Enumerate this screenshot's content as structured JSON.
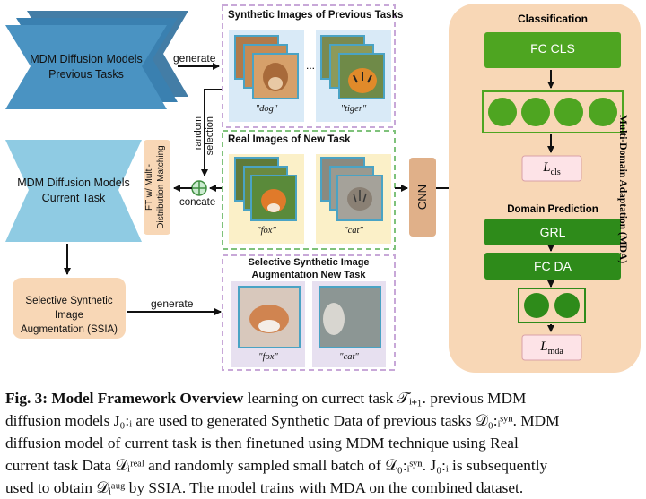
{
  "left": {
    "mdm_prev": "MDM Diffusion Models\nPrevious Tasks",
    "mdm_curr": "MDM Diffusion Models\nCurrent Task",
    "ssia": "Selective Synthetic Image\nAugmentation (SSIA)",
    "generate_top": "generate",
    "generate_bottom": "generate",
    "random_selection": "random\nselection",
    "concate": "concate",
    "ft_box": "FT w/ Multi-\nDistribution Matching"
  },
  "middle": {
    "synthetic_title": "Synthetic Images of Previous Tasks",
    "synthetic_caps": [
      "\"dog\"",
      "\"tiger\""
    ],
    "ellipsis": "...",
    "real_title": "Real Images of New Task",
    "real_caps": [
      "\"fox\"",
      "\"cat\""
    ],
    "ssia_title": "Selective Synthetic Image\nAugmentation New Task",
    "ssia_caps": [
      "\"fox\"",
      "\"cat\""
    ],
    "cnn": "CNN"
  },
  "right": {
    "classification": "Classification",
    "fc_cls": "FC CLS",
    "l_cls_main": "L",
    "l_cls_sub": "cls",
    "domain_prediction": "Domain Prediction",
    "grl": "GRL",
    "fc_da": "FC DA",
    "l_mda_main": "L",
    "l_mda_sub": "mda",
    "mda_vertical": "Multi-Domain Adaptation (MDA)"
  },
  "caption": {
    "fig": "Fig. 3:",
    "title": "Model Framework Overview",
    "line1_rest": "learning on currect task 𝒯ᵢ₊₁. previous MDM",
    "line2": "diffusion models J₀:ᵢ are used to generated Synthetic Data of previous tasks 𝒟₀:ᵢˢʸⁿ. MDM",
    "line3": "diffusion model of current task is then finetuned using MDM technique using Real",
    "line4": "current task Data 𝒟ᵢʳᵉᵃˡ and randomly sampled small batch of 𝒟₀:ᵢˢʸⁿ. J₀:ᵢ is subsequently",
    "line5": "used to obtain 𝒟ᵢᵃᵘᵍ by SSIA. The model trains with MDA on the combined dataset."
  },
  "colors": {
    "blue_dark": "#3e87b8",
    "blue_light": "#8fcbe3",
    "peach": "#f8d7b6",
    "green": "#4ea521",
    "green_dark": "#2e8b1a",
    "pink": "#fde3e7",
    "lavender": "#e7e0f0",
    "purple_dash": "#c8a8d8",
    "green_dash": "#7fc27b"
  }
}
